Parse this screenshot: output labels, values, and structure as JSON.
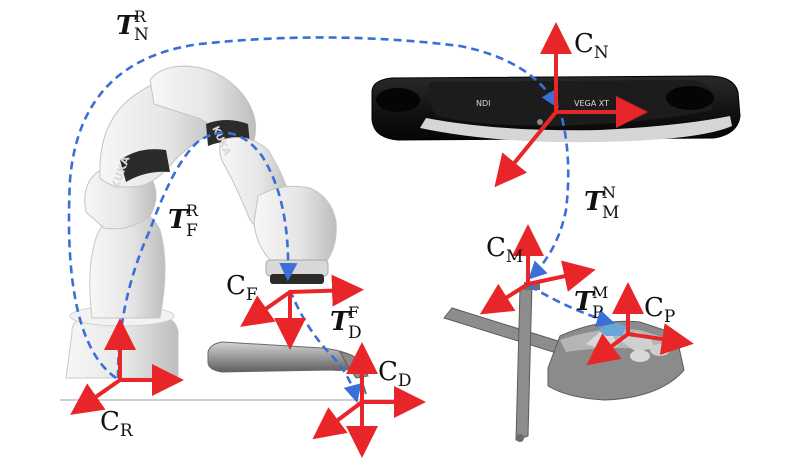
{
  "colors": {
    "axis": "#e8262a",
    "path": "#3a6fd8",
    "robot_body": "#e9e9e9",
    "robot_shadow": "#b9b9b9",
    "robot_joint": "#2b2b2b",
    "tracker_body": "#151515",
    "tracker_trim": "#d6d6d6",
    "phantom": "#8b8b8b",
    "frame_bar": "#7a7a7a",
    "tool": "#9b9b9b",
    "ground": "#cfcfcf"
  },
  "devices": {
    "robot_brand": "KUKA",
    "robot_brand_2": "KUKA",
    "tracker_brand": "NDI",
    "tracker_model": "VEGA XT"
  },
  "frames": {
    "robot": {
      "main": "C",
      "sub": "R"
    },
    "flange": {
      "main": "C",
      "sub": "F"
    },
    "drill": {
      "main": "C",
      "sub": "D"
    },
    "navigator": {
      "main": "C",
      "sub": "N"
    },
    "marker": {
      "main": "C",
      "sub": "M"
    },
    "patient": {
      "main": "C",
      "sub": "P"
    }
  },
  "transforms": {
    "T_R_N": {
      "main": "T",
      "sup": "R",
      "sub": "N"
    },
    "T_R_F": {
      "main": "T",
      "sup": "R",
      "sub": "F"
    },
    "T_F_D": {
      "main": "T",
      "sup": "F",
      "sub": "D"
    },
    "T_N_M": {
      "main": "T",
      "sup": "N",
      "sub": "M"
    },
    "T_M_P": {
      "main": "T",
      "sup": "M",
      "sub": "P"
    }
  }
}
